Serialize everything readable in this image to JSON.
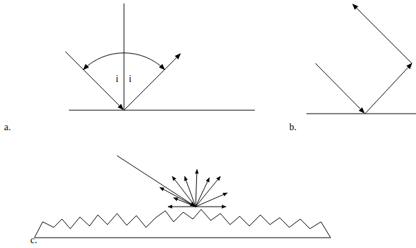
{
  "diagram": {
    "labels": [
      "a.",
      "i",
      "i",
      "b.",
      "c."
    ]
  }
}
